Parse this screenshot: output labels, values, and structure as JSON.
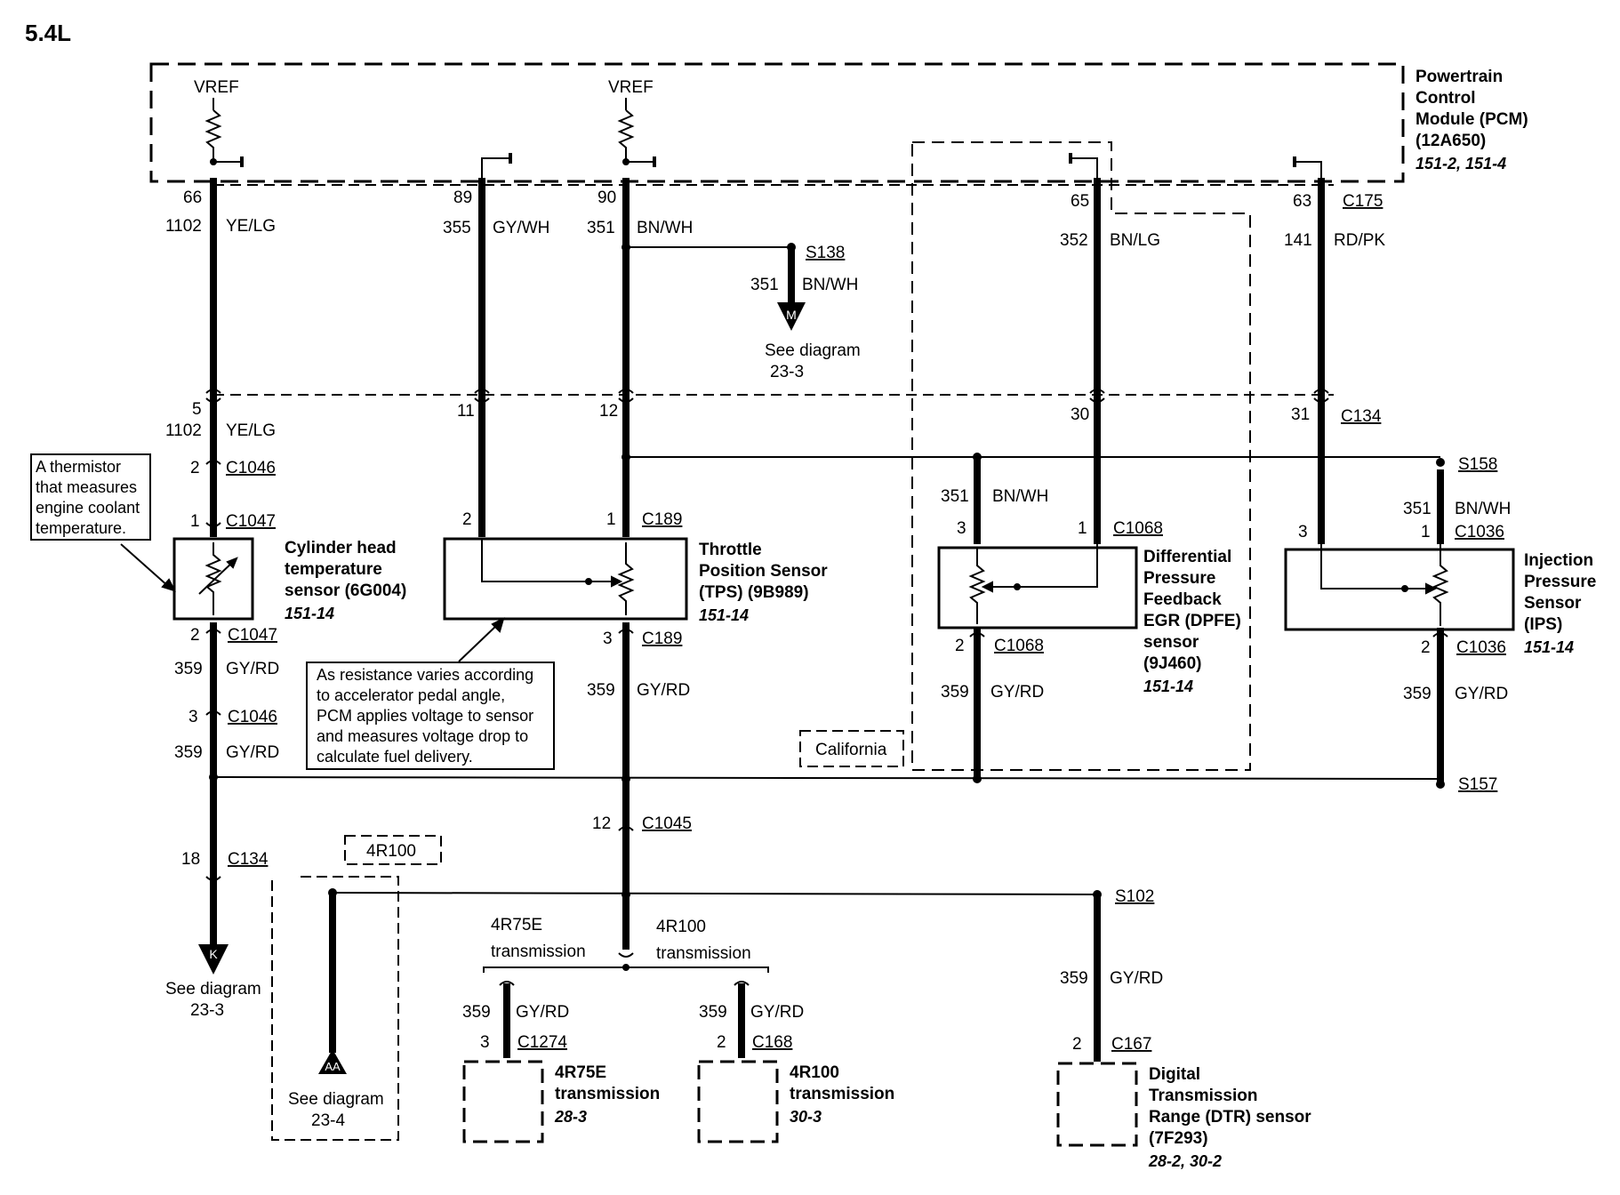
{
  "title": "5.4L",
  "pcm": {
    "lines": [
      "Powertrain",
      "Control",
      "Module (PCM)",
      "(12A650)"
    ],
    "ref": "151-2, 151-4"
  },
  "vref": "VREF",
  "wires": {
    "w1102": "1102",
    "yelg": "YE/LG",
    "w355": "355",
    "gywh": "GY/WH",
    "w351": "351",
    "bnwh": "BN/WH",
    "w352": "352",
    "bnlg": "BN/LG",
    "w141": "141",
    "rdpk": "RD/PK",
    "w359": "359",
    "gyrd": "GY/RD"
  },
  "pins": {
    "p66": "66",
    "p89": "89",
    "p90": "90",
    "p65": "65",
    "p63": "63",
    "p5": "5",
    "p11": "11",
    "p12": "12",
    "p30": "30",
    "p31": "31",
    "p1": "1",
    "p2": "2",
    "p3": "3",
    "p18": "18"
  },
  "connectors": {
    "c175": "C175",
    "c134": "C134",
    "c1046": "C1046",
    "c1047": "C1047",
    "c189": "C189",
    "c1068": "C1068",
    "c1036": "C1036",
    "c1045": "C1045",
    "c1274": "C1274",
    "c168": "C168",
    "c167": "C167"
  },
  "splices": {
    "s138": "S138",
    "s158": "S158",
    "s157": "S157",
    "s102": "S102"
  },
  "arrows": {
    "m": "M",
    "k": "K",
    "aa": "AA"
  },
  "see": {
    "label": "See diagram",
    "d233": "23-3",
    "d234": "23-4"
  },
  "notes": {
    "thermistor": "A thermistor that measures engine coolant temperature.",
    "tps": "As resistance varies according to accelerator pedal angle, PCM applies voltage to sensor and measures voltage drop to calculate fuel delivery."
  },
  "components": {
    "cht": {
      "lines": [
        "Cylinder head",
        "temperature",
        "sensor (6G004)"
      ],
      "ref": "151-14"
    },
    "tps": {
      "lines": [
        "Throttle",
        "Position Sensor",
        "(TPS) (9B989)"
      ],
      "ref": "151-14"
    },
    "dpfe": {
      "lines": [
        "Differential",
        "Pressure",
        "Feedback",
        "EGR (DPFE)",
        "sensor",
        "(9J460)"
      ],
      "ref": "151-14"
    },
    "ips": {
      "lines": [
        "Injection",
        "Pressure",
        "Sensor",
        "(IPS)"
      ],
      "ref": "151-14"
    },
    "trans4r75e": {
      "lines": [
        "4R75E",
        "transmission"
      ],
      "ref": "28-3"
    },
    "trans4r100": {
      "lines": [
        "4R100",
        "transmission"
      ],
      "ref": "30-3"
    },
    "dtr": {
      "lines": [
        "Digital",
        "Transmission",
        "Range (DTR) sensor",
        "(7F293)"
      ],
      "ref": "28-2, 30-2"
    }
  },
  "california": "California",
  "r4r100": "4R100",
  "trans_labels": {
    "a1": "4R75E",
    "b1": "4R100",
    "line2": "transmission"
  }
}
